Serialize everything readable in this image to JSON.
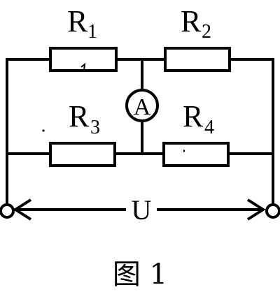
{
  "resistors": [
    {
      "name": "R",
      "sub": "1"
    },
    {
      "name": "R",
      "sub": "2"
    },
    {
      "name": "R",
      "sub": "3"
    },
    {
      "name": "R",
      "sub": "4"
    }
  ],
  "ammeter_label": "A",
  "voltage_label": "U",
  "caption": {
    "prefix": "图",
    "number": "1"
  }
}
